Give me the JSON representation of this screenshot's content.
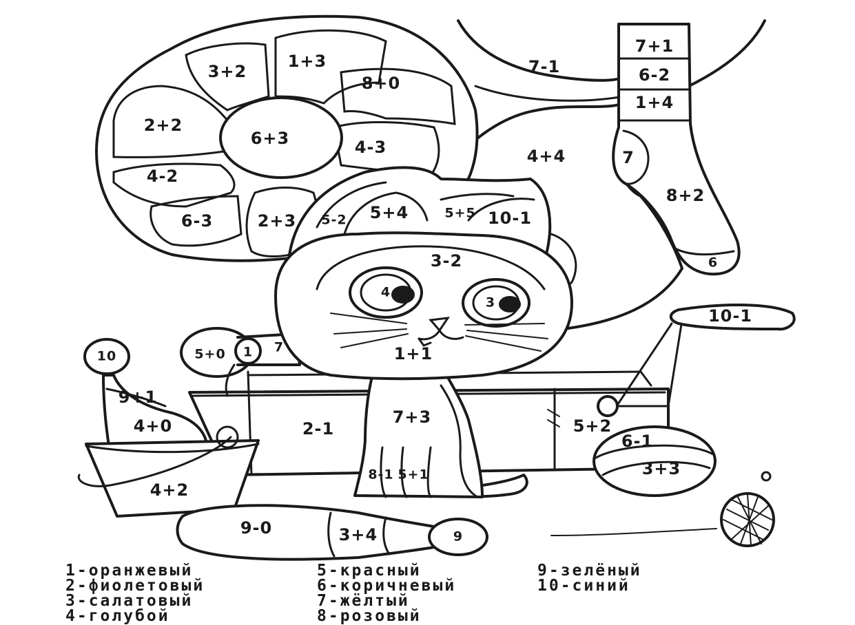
{
  "labels": {
    "petal_top_left": "3+2",
    "petal_top": "1+3",
    "petal_top_right": "8+0",
    "petal_left": "2+2",
    "flower_center": "6+3",
    "petal_right": "4-3",
    "petal_lower_left": "4-2",
    "petal_bottom_left": "6-3",
    "petal_bottom": "2+3",
    "hanging_top": "7-1",
    "sock_band_1": "7+1",
    "sock_band_2": "6-2",
    "sock_band_3": "1+4",
    "sock_heel": "7",
    "sock_foot": "8+2",
    "sock_toe": "6",
    "background_body": "4+4",
    "left_ear_outer": "5-2",
    "left_ear_inner": "5+4",
    "right_ear_outer": "5+5",
    "right_ear_inner": "10-1",
    "forehead": "3-2",
    "left_eye": "4",
    "right_eye": "3",
    "muzzle": "1+1",
    "chest": "7+3",
    "left_paw": "8-1",
    "right_paw": "5+1",
    "crank_handle": "10-1",
    "rattle_head": "5+0",
    "rattle_ring": "1",
    "rattle_tag": "7",
    "box_front": "2-1",
    "box_side": "5+2",
    "pin_head": "10",
    "pin_band": "9+1",
    "pin_body": "4+0",
    "bucket": "4+2",
    "lying_pin_body": "9-0",
    "lying_pin_band": "3+4",
    "lying_pin_head": "9",
    "ball_top": "6-1",
    "ball_bottom": "3+3"
  },
  "legend": {
    "col1": [
      "1-оранжевый",
      "2-фиолетовый",
      "3-салатовый",
      "4-голубой"
    ],
    "col2": [
      "5-красный",
      "6-коричневый",
      "7-жёлтый",
      "8-розовый"
    ],
    "col3": [
      "9-зелёный",
      "10-синий"
    ]
  }
}
